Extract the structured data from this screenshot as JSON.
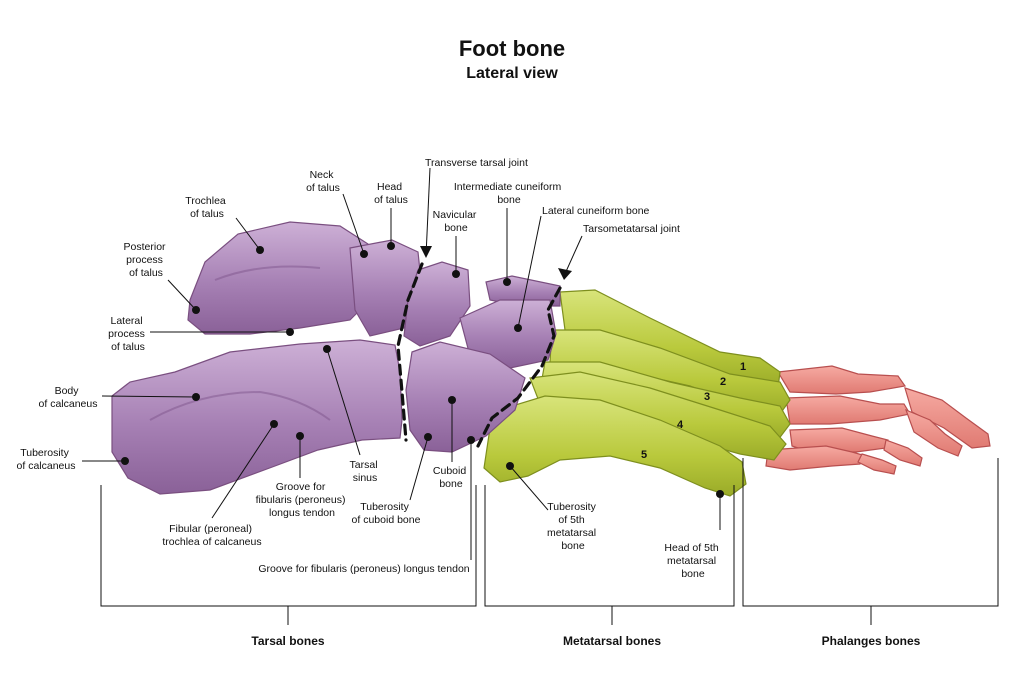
{
  "title": "Foot bone",
  "subtitle": "Lateral view",
  "colors": {
    "tarsal": "#b490c0",
    "metatarsal": "#c3d24a",
    "phalanges": "#ee8f86"
  },
  "labels": {
    "trochlea_of_talus": [
      "Trochlea",
      "of talus"
    ],
    "neck_of_talus": [
      "Neck",
      "of talus"
    ],
    "head_of_talus": [
      "Head",
      "of talus"
    ],
    "transverse_tarsal_joint": [
      "Transverse tarsal joint"
    ],
    "intermediate_cuneiform": [
      "Intermediate cuneiform",
      "bone"
    ],
    "lateral_cuneiform": [
      "Lateral cuneiform bone"
    ],
    "tarsometatarsal_joint": [
      "Tarsometatarsal joint"
    ],
    "navicular_bone": [
      "Navicular",
      "bone"
    ],
    "posterior_process_of_talus": [
      "Posterior",
      "process",
      "of talus"
    ],
    "lateral_process_of_talus": [
      "Lateral",
      "process",
      "of talus"
    ],
    "body_of_calcaneus": [
      "Body",
      "of calcaneus"
    ],
    "tuberosity_of_calcaneus": [
      "Tuberosity",
      "of calcaneus"
    ],
    "groove_fibularis_upper": [
      "Groove for",
      "fibularis (peroneus)",
      "longus tendon"
    ],
    "tarsal_sinus": [
      "Tarsal",
      "sinus"
    ],
    "cuboid_bone": [
      "Cuboid",
      "bone"
    ],
    "tuberosity_of_cuboid": [
      "Tuberosity",
      "of cuboid bone"
    ],
    "fibular_trochlea": [
      "Fibular (peroneal)",
      "trochlea of calcaneus"
    ],
    "groove_fibularis_lower": [
      "Groove for fibularis (peroneus) longus tendon"
    ],
    "tuberosity_5th_metatarsal": [
      "Tuberosity",
      "of 5th",
      "metatarsal",
      "bone"
    ],
    "head_5th_metatarsal": [
      "Head of 5th",
      "metatarsal",
      "bone"
    ]
  },
  "metatarsal_numbers": [
    "1",
    "2",
    "3",
    "4",
    "5"
  ],
  "groups": {
    "tarsal": "Tarsal bones",
    "metatarsal": "Metatarsal bones",
    "phalanges": "Phalanges bones"
  }
}
